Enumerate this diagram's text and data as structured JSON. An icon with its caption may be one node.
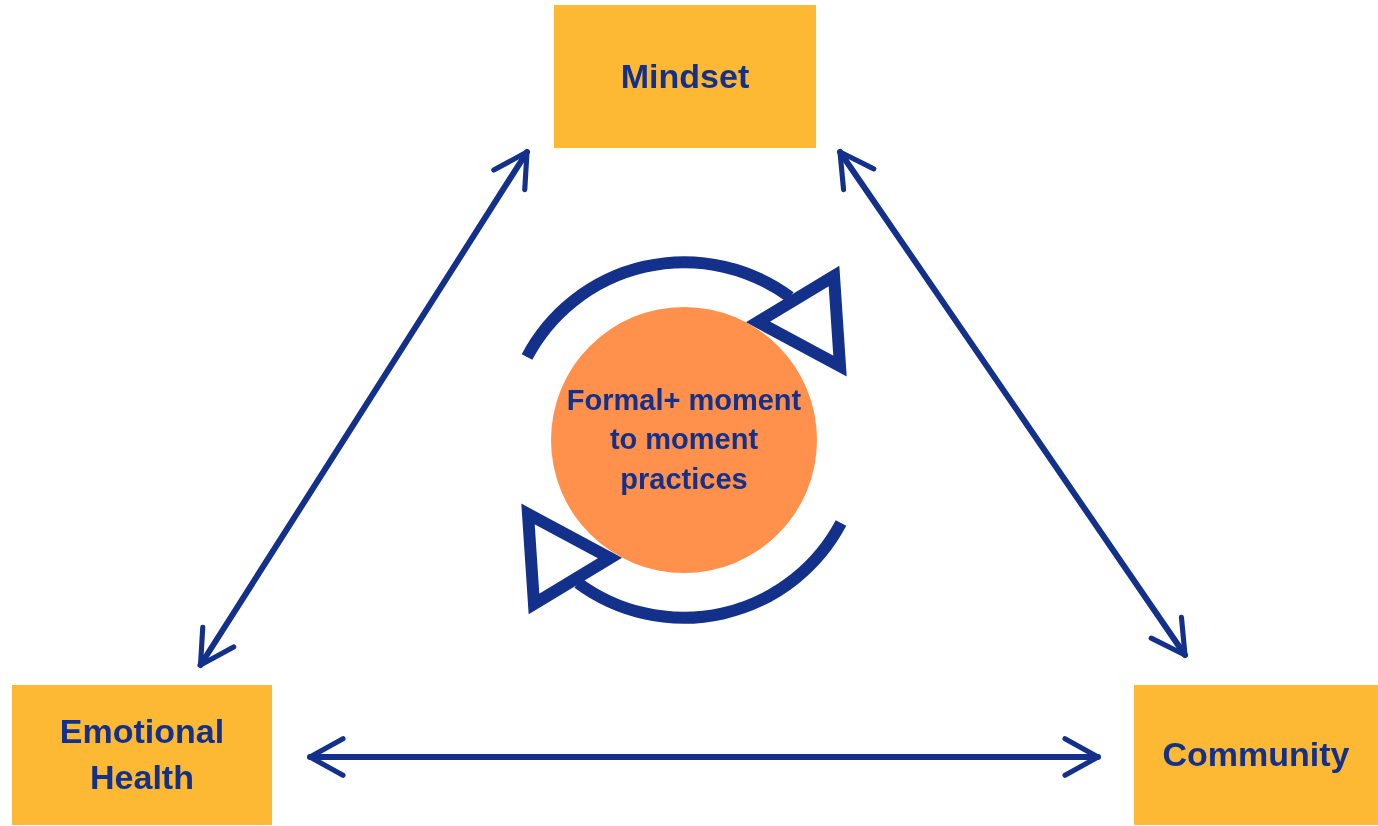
{
  "diagram": {
    "nodes": [
      {
        "text": [
          "Mindset"
        ]
      },
      {
        "text": [
          "Formal+ moment to moment practices"
        ]
      },
      {
        "text": [
          "Emotional Health"
        ]
      },
      {
        "text": [
          "Community"
        ]
      }
    ],
    "edges": [
      {
        "from": 0,
        "to": 2,
        "arrow": "both"
      },
      {
        "from": 0,
        "to": 3,
        "arrow": "both"
      },
      {
        "from": 2,
        "to": 3,
        "arrow": "both"
      }
    ]
  }
}
